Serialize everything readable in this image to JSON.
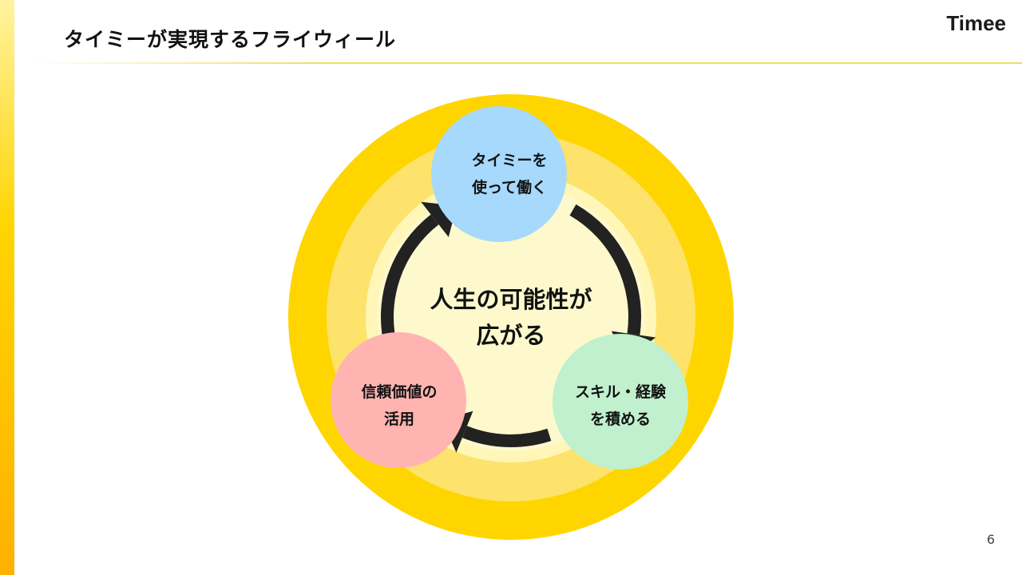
{
  "header": {
    "title": "タイミーが実現するフライウィール",
    "logo": "Timee",
    "page_number": "6"
  },
  "diagram": {
    "center_label": [
      "人生の可能性が",
      "広がる"
    ],
    "nodes": [
      {
        "lines": [
          "タイミーを",
          "使って働く"
        ],
        "color": "#a6d9fb"
      },
      {
        "lines": [
          "スキル・経験",
          "を積める"
        ],
        "color": "#c0f0cd"
      },
      {
        "lines": [
          "信頼価値の",
          "活用"
        ],
        "color": "#ffb4b1"
      }
    ],
    "colors": {
      "outer": "#ffd500",
      "middle": "#fde36b",
      "inner": "#fff6b8",
      "core": "#fdf9cc",
      "arrow": "#222222"
    }
  }
}
